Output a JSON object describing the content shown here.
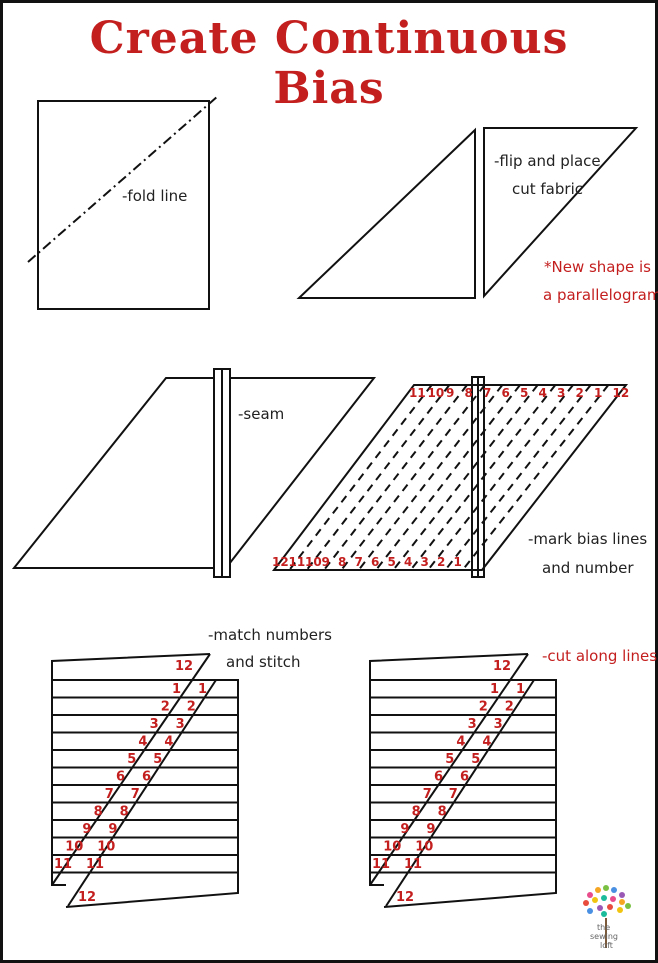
{
  "title": {
    "line1": "Create Continuous",
    "line2": "Bias"
  },
  "labels": {
    "fold_line": "-fold line",
    "flip_line1": "-flip and place",
    "flip_line2": "cut fabric",
    "new_shape_line1": "*New shape is",
    "new_shape_line2": "a parallelogram",
    "seam": "-seam",
    "mark_line1": "-mark bias lines",
    "mark_line2": "and number",
    "match_line1": "-match numbers",
    "match_line2": "and stitch",
    "cut": "-cut along lines"
  },
  "top_numbers": [
    "11",
    "10",
    "9",
    "8",
    "7",
    "6",
    "5",
    "4",
    "3",
    "2",
    "1",
    "12"
  ],
  "bottom_numbers": [
    "12",
    "11",
    "10",
    "9",
    "8",
    "7",
    "6",
    "5",
    "4",
    "3",
    "2",
    "1"
  ],
  "tube_pairs": [
    "1",
    "2",
    "3",
    "4",
    "5",
    "6",
    "7",
    "8",
    "9",
    "10",
    "11"
  ],
  "tube_end": "12",
  "logo": {
    "line1": "the",
    "line2": "sewing",
    "line3": "loft"
  },
  "colors": {
    "accent": "#c41f1f",
    "ink": "#111111"
  }
}
